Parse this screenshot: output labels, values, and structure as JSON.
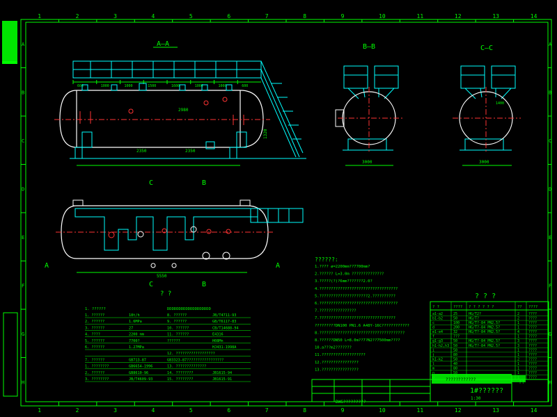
{
  "border": {
    "top_numbers": [
      "1",
      "2",
      "3",
      "4",
      "5",
      "6",
      "7",
      "8",
      "9",
      "10",
      "11",
      "12",
      "13",
      "14"
    ],
    "bottom_numbers": [
      "1",
      "2",
      "3",
      "4",
      "5",
      "6",
      "7",
      "8",
      "9",
      "10",
      "11",
      "12",
      "13",
      "14"
    ],
    "side_letters": [
      "A",
      "B",
      "C",
      "D",
      "E",
      "F",
      "G",
      "H"
    ]
  },
  "views": {
    "aa": "A—A",
    "bb": "B—B",
    "cc": "C—C",
    "plan_c_top": "C",
    "plan_b_top": "B",
    "plan_c_bot": "C",
    "plan_b_bot": "B",
    "plan_a_left": "A",
    "plan_a_right": "A",
    "plan_caption": "?  ?"
  },
  "dims": {
    "d_2980": "2980",
    "d_2350": "2350",
    "d_2350b": "2350",
    "d_3000": "3000",
    "d_3000b": "3000",
    "d_5550": "5550",
    "d_1320": "1320",
    "d_1400": "1400",
    "top_segs": [
      "600",
      "1000",
      "1000",
      "1500",
      "1600",
      "1000",
      "1000",
      "600"
    ]
  },
  "notes": {
    "title": "??????:",
    "lines": [
      "1.???? ø=2200mm??7700mm?",
      "2.?????? L=3.0m ??????????????",
      "3.?????(?)?6mm???????2.0?",
      "4.??????????????????????????????????",
      "5.?????????????????????2.??????????",
      "6.??????????????????????????????????",
      "7.????????????????",
      "7.?????????????????????????????????",
      "?????????DN100 PN1.6 A48Y-16C????????????",
      "8.?????????????????????????????????????",
      "8.??????DN50   L=8.0m??7?N2??7500mm????",
      "10.a???m2???????",
      "11.???????????????????",
      "12.????????????????",
      "13.????????????????"
    ]
  },
  "spec_left": {
    "header": "1. ??????",
    "rows": [
      [
        "1. ??????",
        "18t/h"
      ],
      [
        "2. ??????",
        "1.6MPa"
      ],
      [
        "3. ??????",
        "27"
      ],
      [
        "4. ????",
        "2200 mm"
      ],
      [
        "5. ??????",
        "7700?"
      ],
      [
        "6. ??????",
        "1.27MPa"
      ],
      [
        "",
        ""
      ],
      [
        "7. ??????",
        "GB713-87"
      ],
      [
        "1. ????????",
        "GB6654-1996"
      ],
      [
        "2. ??????",
        "GB8610-96"
      ],
      [
        "3. ????????",
        "JB/T4609-93"
      ]
    ]
  },
  "spec_right": {
    "header": "DDDDDDDDDDDDDDDDDDD",
    "rows": [
      [
        "8. ??????",
        "JB/T4711-93"
      ],
      [
        "9. ??????",
        "GB/T6117-83"
      ],
      [
        "10. ??????",
        "CB/T14688-94"
      ],
      [
        "11. ??????",
        "E4316"
      ],
      [
        "??????",
        "H08Mn"
      ],
      [
        "",
        "HJ431-1998A"
      ],
      [
        "12. ??????????????????",
        ""
      ],
      [
        "GB3323-87?????????????????",
        ""
      ],
      [
        "13. ??????????????",
        ""
      ],
      [
        "14. ????????",
        "JB1615-94"
      ],
      [
        "15. ????????",
        "JB1615-91"
      ]
    ]
  },
  "table": {
    "title": "?  ?  ?",
    "headers": [
      "?  ?",
      "????",
      "? ? ? ? ? ?",
      "??",
      "????"
    ],
    "rows": [
      [
        "a1-a2",
        "25",
        "HG/T2?",
        "2",
        "????"
      ],
      [
        "b1-b2",
        "50",
        "HG/T?",
        "2",
        "????"
      ],
      [
        "c",
        "100",
        "HG/T?-84 PN2.5?",
        "1",
        "????"
      ],
      [
        "d",
        "200",
        "HG/T?-84 PN2.5?",
        "1",
        "????"
      ],
      [
        "e1-e4",
        "32",
        "HG/T?-84 PN2.5?",
        "4",
        "????"
      ],
      [
        "f",
        "???",
        "",
        "1",
        "????"
      ],
      [
        "g1-g3",
        "50",
        "HG/T?-84 PN2.5?",
        "3",
        "????"
      ],
      [
        "h1-h2,h3",
        "50",
        "HG/T?-84 PN2.5?",
        "3",
        "????"
      ],
      [
        "i",
        "50",
        "",
        "1",
        "????"
      ],
      [
        "j",
        "80",
        "",
        "1",
        "????"
      ],
      [
        "k1-k2",
        "50",
        "",
        "2",
        "????"
      ],
      [
        "l",
        "40",
        "",
        "1",
        "????"
      ],
      [
        "m",
        "80",
        "",
        "1",
        "????"
      ],
      [
        "n",
        "50",
        "",
        "1",
        "????"
      ],
      [
        "o",
        "25",
        "",
        "1",
        "????"
      ]
    ]
  },
  "titleblock": {
    "company": "????????????",
    "drawing_name": "1#??????",
    "scale": "1:30",
    "number": "??",
    "bottom_label": "DWG?????????"
  },
  "colors": {
    "border": "#00ff00",
    "structure": "#00ffff",
    "centerline": "#ff3333",
    "outline": "#ffffff",
    "text": "#00ff00"
  }
}
